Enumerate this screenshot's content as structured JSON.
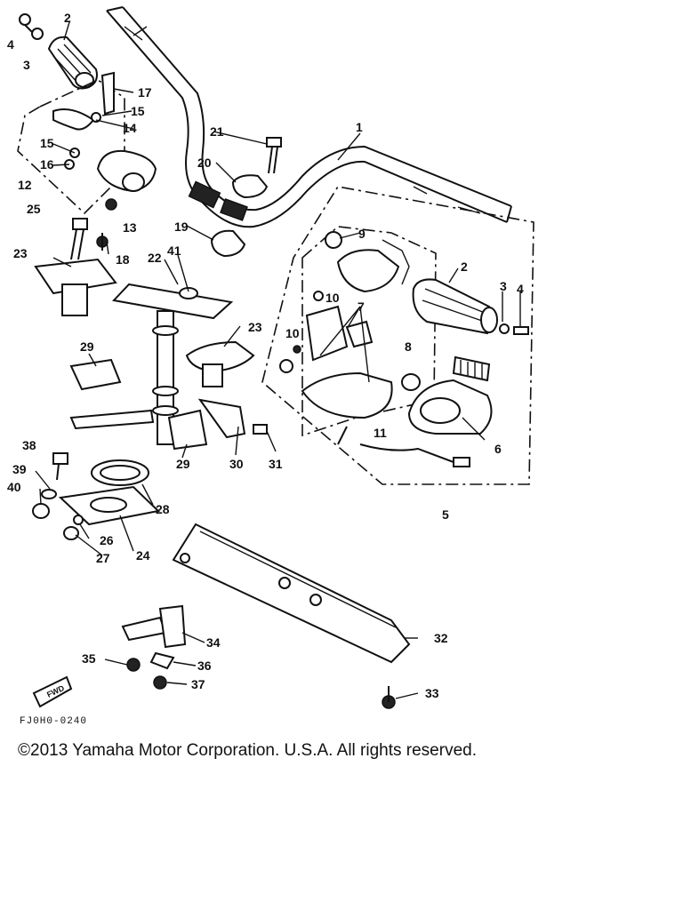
{
  "diagram": {
    "code": "FJ0H0-0240",
    "copyright": "©2013 Yamaha Motor Corporation. U.S.A. All rights reserved.",
    "fwd_label": "FWD",
    "callouts": [
      {
        "id": "c1",
        "label": "1"
      },
      {
        "id": "c2a",
        "label": "2"
      },
      {
        "id": "c2b",
        "label": "2"
      },
      {
        "id": "c3a",
        "label": "3"
      },
      {
        "id": "c3b",
        "label": "3"
      },
      {
        "id": "c4a",
        "label": "4"
      },
      {
        "id": "c4b",
        "label": "4"
      },
      {
        "id": "c5",
        "label": "5"
      },
      {
        "id": "c6",
        "label": "6"
      },
      {
        "id": "c7",
        "label": "7"
      },
      {
        "id": "c8",
        "label": "8"
      },
      {
        "id": "c9",
        "label": "9"
      },
      {
        "id": "c10a",
        "label": "10"
      },
      {
        "id": "c10b",
        "label": "10"
      },
      {
        "id": "c11",
        "label": "11"
      },
      {
        "id": "c12",
        "label": "12"
      },
      {
        "id": "c13",
        "label": "13"
      },
      {
        "id": "c14",
        "label": "14"
      },
      {
        "id": "c15a",
        "label": "15"
      },
      {
        "id": "c15b",
        "label": "15"
      },
      {
        "id": "c16",
        "label": "16"
      },
      {
        "id": "c17",
        "label": "17"
      },
      {
        "id": "c18",
        "label": "18"
      },
      {
        "id": "c19",
        "label": "19"
      },
      {
        "id": "c20",
        "label": "20"
      },
      {
        "id": "c21",
        "label": "21"
      },
      {
        "id": "c22",
        "label": "22"
      },
      {
        "id": "c23a",
        "label": "23"
      },
      {
        "id": "c23b",
        "label": "23"
      },
      {
        "id": "c24",
        "label": "24"
      },
      {
        "id": "c25",
        "label": "25"
      },
      {
        "id": "c26",
        "label": "26"
      },
      {
        "id": "c27",
        "label": "27"
      },
      {
        "id": "c28",
        "label": "28"
      },
      {
        "id": "c29a",
        "label": "29"
      },
      {
        "id": "c29b",
        "label": "29"
      },
      {
        "id": "c30",
        "label": "30"
      },
      {
        "id": "c31",
        "label": "31"
      },
      {
        "id": "c32",
        "label": "32"
      },
      {
        "id": "c33",
        "label": "33"
      },
      {
        "id": "c34",
        "label": "34"
      },
      {
        "id": "c35",
        "label": "35"
      },
      {
        "id": "c36",
        "label": "36"
      },
      {
        "id": "c37",
        "label": "37"
      },
      {
        "id": "c38",
        "label": "38"
      },
      {
        "id": "c39",
        "label": "39"
      },
      {
        "id": "c40",
        "label": "40"
      },
      {
        "id": "c41",
        "label": "41"
      }
    ]
  }
}
